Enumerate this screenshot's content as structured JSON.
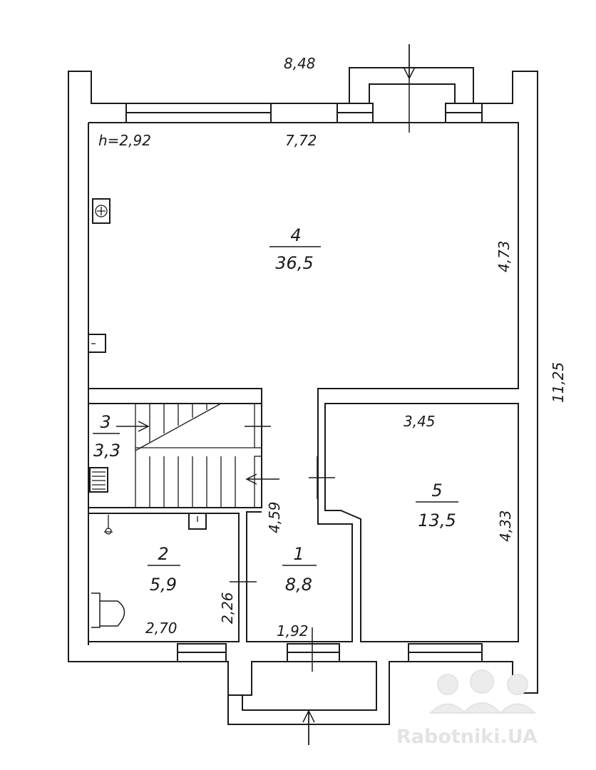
{
  "plan": {
    "outer_width": "8,48",
    "outer_length": "11,25",
    "ceiling_height": "h=2,92",
    "rooms": [
      {
        "number": "4",
        "area": "36,5",
        "width": "7,72",
        "length": "4,73"
      },
      {
        "number": "3",
        "area": "3,3"
      },
      {
        "number": "5",
        "area": "13,5",
        "width": "3,45",
        "length": "4,33"
      },
      {
        "number": "2",
        "area": "5,9",
        "width": "2,70",
        "length": "2,26"
      },
      {
        "number": "1",
        "area": "8,8",
        "width": "1,92",
        "length": "4,59"
      }
    ]
  },
  "watermark": "Rabotniki.UA",
  "colors": {
    "line": "#1a1a1a",
    "watermark": "#e3e3e3"
  }
}
